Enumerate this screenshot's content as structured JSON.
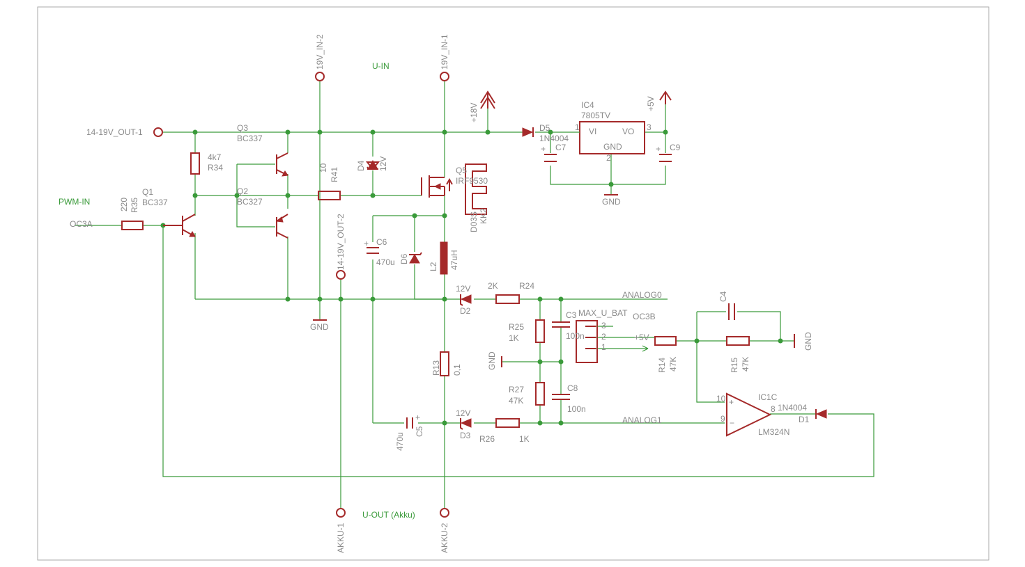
{
  "labels": {
    "in2": "19V_IN-2",
    "in1": "19V_IN-1",
    "uin": "U-IN",
    "p18": "+18V",
    "p5": "+5V",
    "out1": "14-19V_OUT-1",
    "out2": "14-19V_OUT-2",
    "pwm": "PWM-IN",
    "oc3a": "OC3A",
    "oc3b": "OC3B",
    "uout": "U-OUT (Akku)",
    "akku1": "AKKU-1",
    "akku2": "AKKU-2",
    "gnd": "GND",
    "analog0": "ANALOG0",
    "analog1": "ANALOG1",
    "maxubat": "MAX_U_BAT",
    "p5b": "+5V",
    "pin1": "1",
    "pin2": "2",
    "pin3": "3"
  },
  "components": {
    "q1": {
      "name": "Q1",
      "value": "BC337"
    },
    "q2": {
      "name": "Q2",
      "value": "BC327"
    },
    "q3": {
      "name": "Q3",
      "value": "BC337"
    },
    "q5": {
      "name": "Q5",
      "value": "IRF9530"
    },
    "kk2": {
      "name": "KK2",
      "value": "D03S"
    },
    "r35": {
      "name": "R35",
      "value": "220"
    },
    "r34": {
      "name": "R34",
      "value": "4k7"
    },
    "r41": {
      "name": "R41",
      "value": "10"
    },
    "r24": {
      "name": "R24",
      "value": "2K"
    },
    "r25": {
      "name": "R25",
      "value": "1K"
    },
    "r27": {
      "name": "R27",
      "value": "47K"
    },
    "r26": {
      "name": "R26",
      "value": "1K"
    },
    "r13": {
      "name": "R13",
      "value": "0,1"
    },
    "r14": {
      "name": "R14",
      "value": "47K"
    },
    "r15": {
      "name": "R15",
      "value": "47K"
    },
    "d4": {
      "name": "D4",
      "value": "12V"
    },
    "d5": {
      "name": "D5",
      "value": "1N4004"
    },
    "d6": {
      "name": "D6",
      "value": ""
    },
    "d2": {
      "name": "D2",
      "value": "12V"
    },
    "d3": {
      "name": "D3",
      "value": "12V"
    },
    "d1": {
      "name": "D1",
      "value": "1N4004"
    },
    "c6": {
      "name": "C6",
      "value": "470u"
    },
    "c5": {
      "name": "C5",
      "value": "470u"
    },
    "c7": {
      "name": "C7",
      "value": ""
    },
    "c9": {
      "name": "C9",
      "value": ""
    },
    "c3": {
      "name": "C3",
      "value": "100n"
    },
    "c8": {
      "name": "C8",
      "value": "100n"
    },
    "c4": {
      "name": "C4",
      "value": ""
    },
    "l2": {
      "name": "L2",
      "value": "47uH"
    },
    "ic4": {
      "name": "IC4",
      "value": "7805TV",
      "vi": "VI",
      "vo": "VO",
      "gnd": "GND",
      "p1": "1",
      "p2": "2",
      "p3": "3"
    },
    "ic1c": {
      "name": "IC1C",
      "value": "LM324N",
      "p8": "8",
      "p9": "9",
      "p10": "10"
    }
  },
  "colors": {
    "wire": "#3a9a3a",
    "component": "#a52a2a",
    "label": "#8a8a8a",
    "frame": "#aaaaaa"
  }
}
